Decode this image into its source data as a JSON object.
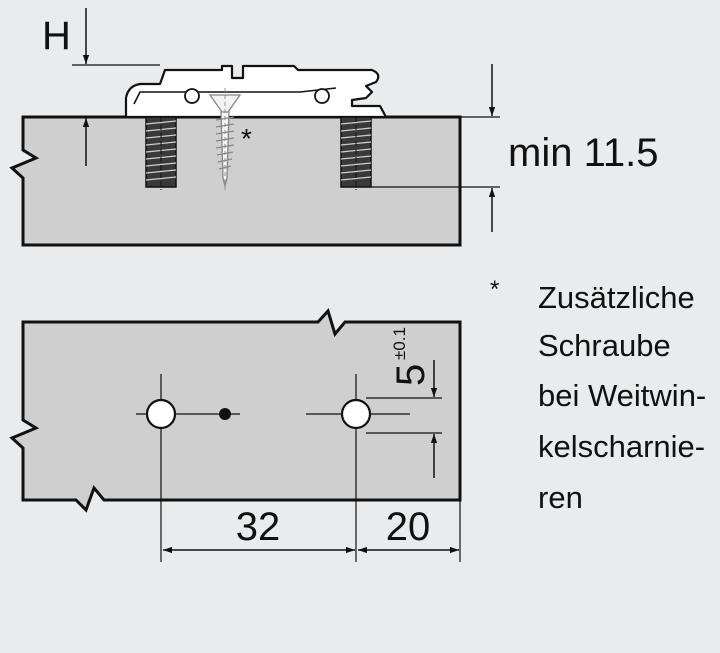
{
  "labels": {
    "height_symbol": "H",
    "screw_asterisk": "*",
    "min_depth": "min 11.5",
    "offset_main": "5",
    "offset_tolerance": "±0.1",
    "hole_spacing": "32",
    "edge_distance": "20"
  },
  "note": {
    "marker": "*",
    "lines": [
      "Zusätzliche",
      "Schraube",
      "bei Weitwin-",
      "kelscharnie-",
      "ren"
    ]
  },
  "colors": {
    "background": "#eaebec",
    "panel_fill": "#d0cfcf",
    "outline": "#111111",
    "plate_fill": "#ffffff"
  }
}
